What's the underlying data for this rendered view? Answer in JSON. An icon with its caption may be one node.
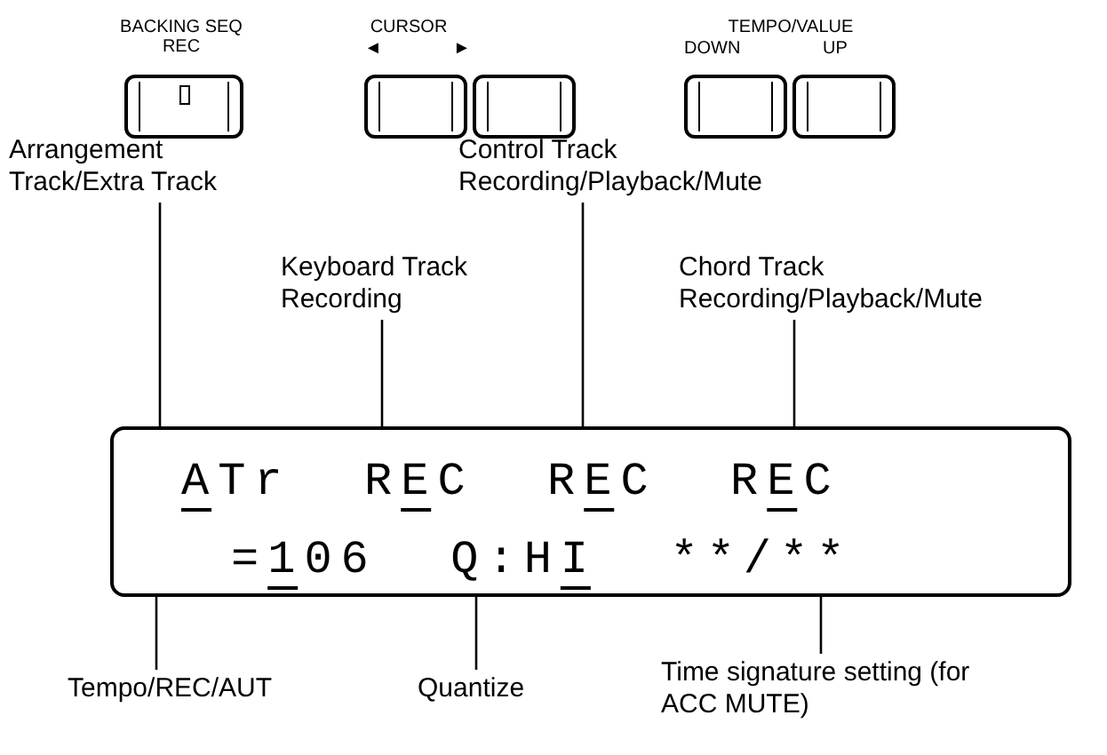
{
  "diagram": {
    "nodes": [
      {
        "text": [
          "BACKING SEQ REC"
        ]
      },
      {
        "text": [
          "◄"
        ]
      },
      {
        "text": [
          "►"
        ]
      },
      {
        "text": [
          "DOWN"
        ]
      },
      {
        "text": [
          "UP"
        ]
      },
      {
        "text": [
          "Arrangement Track/Extra Track"
        ]
      },
      {
        "text": [
          "Control Track Recording/Playback/Mute"
        ]
      },
      {
        "text": [
          "Keyboard Track Recording"
        ]
      },
      {
        "text": [
          "Chord Track Recording/Playback/Mute"
        ]
      },
      {
        "text": [
          "ATr  REC  REC  REC",
          "=106  Q:HI  **/**"
        ]
      },
      {
        "text": [
          "Tempo/REC/AUT"
        ]
      },
      {
        "text": [
          "Quantize"
        ]
      },
      {
        "text": [
          "Time signature setting (for ACC MUTE)"
        ]
      }
    ],
    "edges": [
      {
        "from": 5,
        "to": 9,
        "arrow": "none"
      },
      {
        "from": 7,
        "to": 9,
        "arrow": "none"
      },
      {
        "from": 6,
        "to": 9,
        "arrow": "none"
      },
      {
        "from": 8,
        "to": 9,
        "arrow": "none"
      },
      {
        "from": 10,
        "to": 9,
        "arrow": "none"
      },
      {
        "from": 11,
        "to": 9,
        "arrow": "none"
      },
      {
        "from": 12,
        "to": 9,
        "arrow": "none"
      }
    ],
    "labels": [
      "CURSOR",
      "TEMPO/VALUE"
    ]
  }
}
